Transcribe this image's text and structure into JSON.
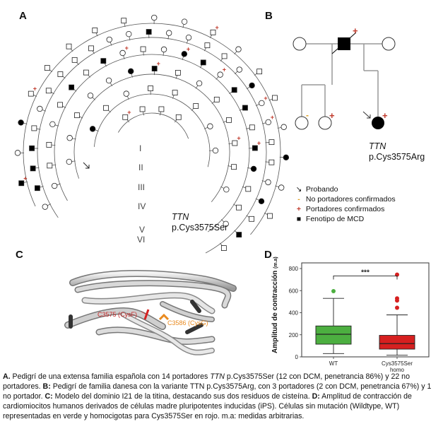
{
  "panels": {
    "a": {
      "letter": "A",
      "gene": "TTN",
      "variant": "p.Cys3575Ser",
      "generations": [
        "I",
        "II",
        "III",
        "IV",
        "V",
        "VI"
      ]
    },
    "b": {
      "letter": "B",
      "gene": "TTN",
      "variant": "p.Cys3575Arg",
      "legend": {
        "proband": "Probando",
        "non_carriers": "No portadores confirmados",
        "carriers": "Portadores confirmados",
        "phenotype": "Fenotipo de MCD"
      }
    },
    "c": {
      "letter": "C",
      "residue1": "C3575 (CysF)",
      "residue2": "C3586 (CysG)"
    },
    "d": {
      "letter": "D",
      "significance": "***"
    }
  },
  "chart_data": {
    "type": "box",
    "ylabel": "Amplitud de contracción",
    "ylabel_unit": "(m.a)",
    "ylim": [
      0,
      800
    ],
    "yticks": [
      0,
      200,
      400,
      600,
      800
    ],
    "categories": [
      "WT",
      "Cys3575Ser homo"
    ],
    "category_lines": [
      [
        "WT"
      ],
      [
        "Cys3575Ser",
        "homo"
      ]
    ],
    "series": [
      {
        "category": "WT",
        "color": "#4caf40",
        "whisker_low": 30,
        "q1": 115,
        "median": 205,
        "q3": 280,
        "whisker_high": 530,
        "outliers": [
          595
        ]
      },
      {
        "category": "Cys3575Ser homo",
        "color": "#d62020",
        "whisker_low": 15,
        "q1": 70,
        "median": 120,
        "q3": 195,
        "whisker_high": 380,
        "outliers": [
          445,
          510,
          530,
          745
        ]
      }
    ]
  },
  "caption": {
    "a_label": "A.",
    "a_text_1": "Pedigrí de una extensa familia española con 14 portadores",
    "a_gene": "TTN",
    "a_text_2": "p.Cys3575Ser (12 con DCM, penetrancia 86%) y 22 no portadores.",
    "b_label": "B:",
    "b_text": "Pedigrí de familia danesa con la variante TTN p.Cys3575Arg, con 3 portadores (2 con DCM, penetrancia 67%) y 1 no portador.",
    "c_label": "C:",
    "c_text": "Modelo del dominio I21 de la titina, destacando sus dos residuos de cisteína.",
    "d_label": "D:",
    "d_text": "Amplitud de contracción de cardiomiocitos humanos derivados de células madre pluripotentes inducidas (iPS). Células sin mutación (Wildtype, WT) representadas en verde y homocigotas para Cys3575Ser en rojo. m.a: medidas arbitrarias."
  }
}
